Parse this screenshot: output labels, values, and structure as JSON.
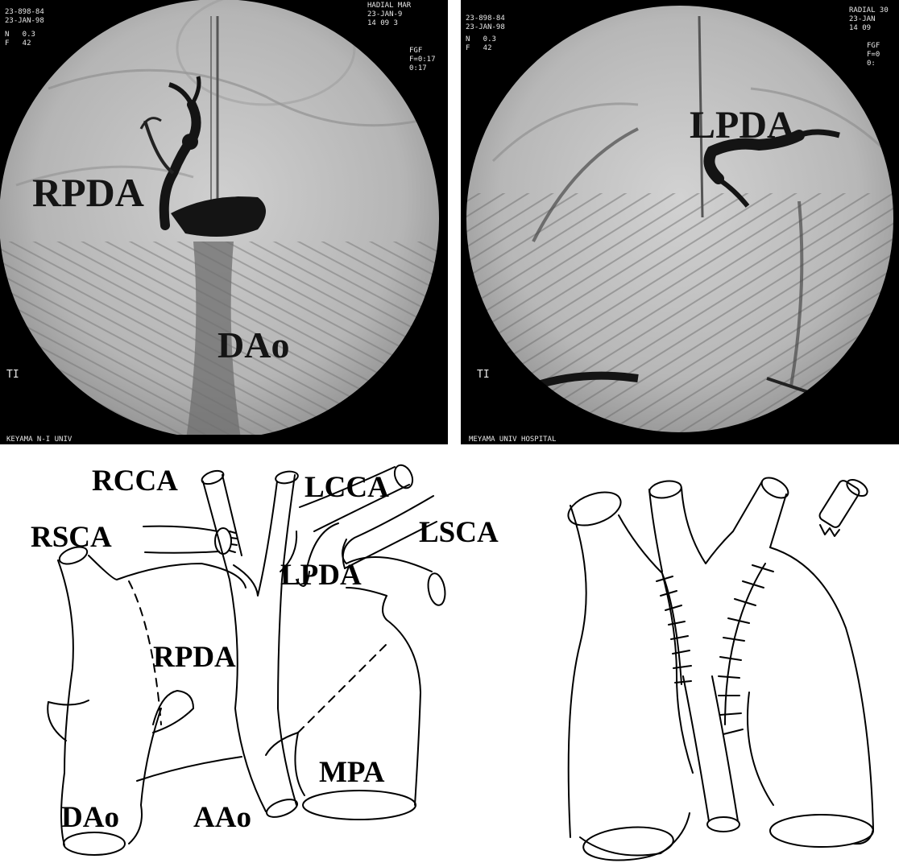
{
  "angiogram_right": {
    "label_rpda": "RPDA",
    "label_dao": "DAo",
    "overlay_top_left": "23-898-84\n23-JAN-98",
    "overlay_top_right": "HADIAL MAR\n23-JAN-9\n14 09 3",
    "overlay_side": "N   0.3\nF   42",
    "overlay_right_mid": "FGF\nF=0:17\n0:17",
    "marker_bottom_left": "TI",
    "footer_text": "KEYAMA N-I UNIV"
  },
  "angiogram_left": {
    "label_lpda": "LPDA",
    "overlay_top_left": "23-898-84\n23-JAN-98",
    "overlay_top_right": "RADIAL 30\n23-JAN\n14 09",
    "overlay_side": "N   0.3\nF   42",
    "overlay_right_mid": "FGF\nF=0\n0:",
    "marker_bottom_left": "TI",
    "footer_text": "MEYAMA UNIV HOSPITAL"
  },
  "schematic_pre": {
    "labels": {
      "rcca": "RCCA",
      "lcca": "LCCA",
      "lsca": "LSCA",
      "rsca": "RSCA",
      "lpda": "LPDA",
      "rpda": "RPDA",
      "mpa": "MPA",
      "dao": "DAo",
      "aao": "AAo"
    }
  },
  "colors": {
    "ink": "#000000",
    "angio_gray": "#b9b9b9",
    "angio_dark": "#141414",
    "background": "#ffffff"
  }
}
